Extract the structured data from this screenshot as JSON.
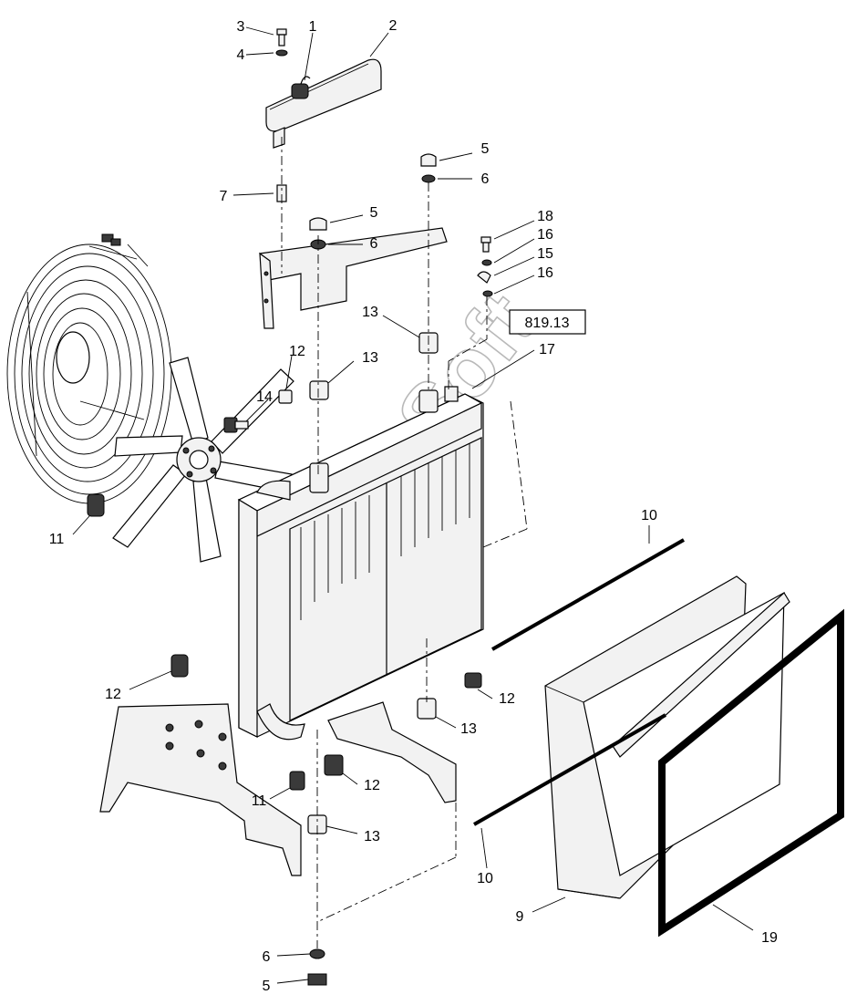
{
  "reference_box": "819.13",
  "watermark": "AutoSoft",
  "labels": [
    {
      "id": "l1",
      "text": "1"
    },
    {
      "id": "l2",
      "text": "2"
    },
    {
      "id": "l3",
      "text": "3"
    },
    {
      "id": "l4",
      "text": "4"
    },
    {
      "id": "l5a",
      "text": "5"
    },
    {
      "id": "l6a",
      "text": "6"
    },
    {
      "id": "l7",
      "text": "7"
    },
    {
      "id": "l5b",
      "text": "5"
    },
    {
      "id": "l6b",
      "text": "6"
    },
    {
      "id": "l18",
      "text": "18"
    },
    {
      "id": "l16a",
      "text": "16"
    },
    {
      "id": "l15",
      "text": "15"
    },
    {
      "id": "l16b",
      "text": "16"
    },
    {
      "id": "l13a",
      "text": "13"
    },
    {
      "id": "l17",
      "text": "17"
    },
    {
      "id": "l12a",
      "text": "12"
    },
    {
      "id": "l13b",
      "text": "13"
    },
    {
      "id": "l14",
      "text": "14"
    },
    {
      "id": "l11a",
      "text": "11"
    },
    {
      "id": "l10a",
      "text": "10"
    },
    {
      "id": "l12b",
      "text": "12"
    },
    {
      "id": "l12c",
      "text": "12"
    },
    {
      "id": "l13c",
      "text": "13"
    },
    {
      "id": "l11b",
      "text": "11"
    },
    {
      "id": "l12d",
      "text": "12"
    },
    {
      "id": "l13d",
      "text": "13"
    },
    {
      "id": "l10b",
      "text": "10"
    },
    {
      "id": "l9",
      "text": "9"
    },
    {
      "id": "l19",
      "text": "19"
    },
    {
      "id": "l6c",
      "text": "6"
    },
    {
      "id": "l5c",
      "text": "5"
    }
  ]
}
